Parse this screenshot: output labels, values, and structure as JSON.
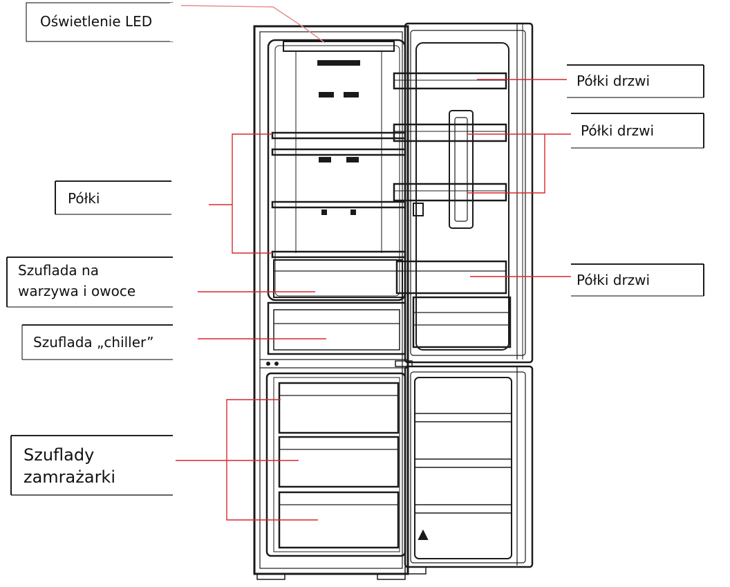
{
  "labels": {
    "led": "Oświetlenie LED",
    "door_shelves_1": "Półki drzwi",
    "door_shelves_2": "Półki drzwi",
    "shelves": "Półki",
    "door_shelves_3": "Półki drzwi",
    "veg_drawer_line1": "Szuflada na",
    "veg_drawer_line2": "warzywa i owoce",
    "chiller_drawer": "Szuflada „chiller”",
    "freezer_line1": "Szuflady",
    "freezer_line2": "zamrażarki"
  },
  "colors": {
    "leader_line": "#d9272e",
    "outline": "#1a1a1a",
    "label_border": "#000000",
    "fridge_fill": "#ffffff"
  }
}
